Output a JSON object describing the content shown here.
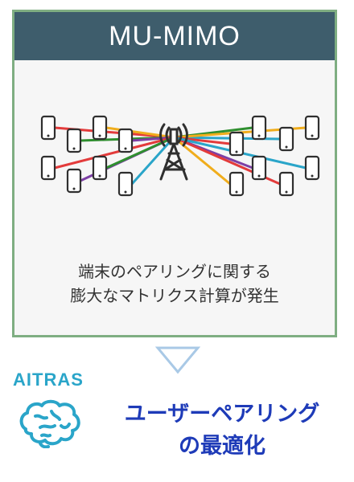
{
  "card": {
    "title": "MU-MIMO",
    "border_color": "#7fae82",
    "header_color": "#3e5d6c"
  },
  "diagram": {
    "center_icon": "cell-tower-icon",
    "device_icon": "smartphone-icon",
    "link_colors": [
      "#e33b3b",
      "#f0ad1c",
      "#2f8f2f",
      "#7d3fa5",
      "#2aa5c9"
    ]
  },
  "caption": {
    "line1": "端末のペアリングに関する",
    "line2": "膨大なマトリクス計算が発生"
  },
  "arrow": {
    "icon": "down-triangle-icon",
    "color": "#a9c9e6"
  },
  "brand": {
    "name": "AITRAS",
    "logo_icon": "brain-icon",
    "color": "#2aa5c9"
  },
  "result": {
    "line1": "ユーザーペアリング",
    "line2": "の最適化",
    "color": "#1e3bb8"
  }
}
